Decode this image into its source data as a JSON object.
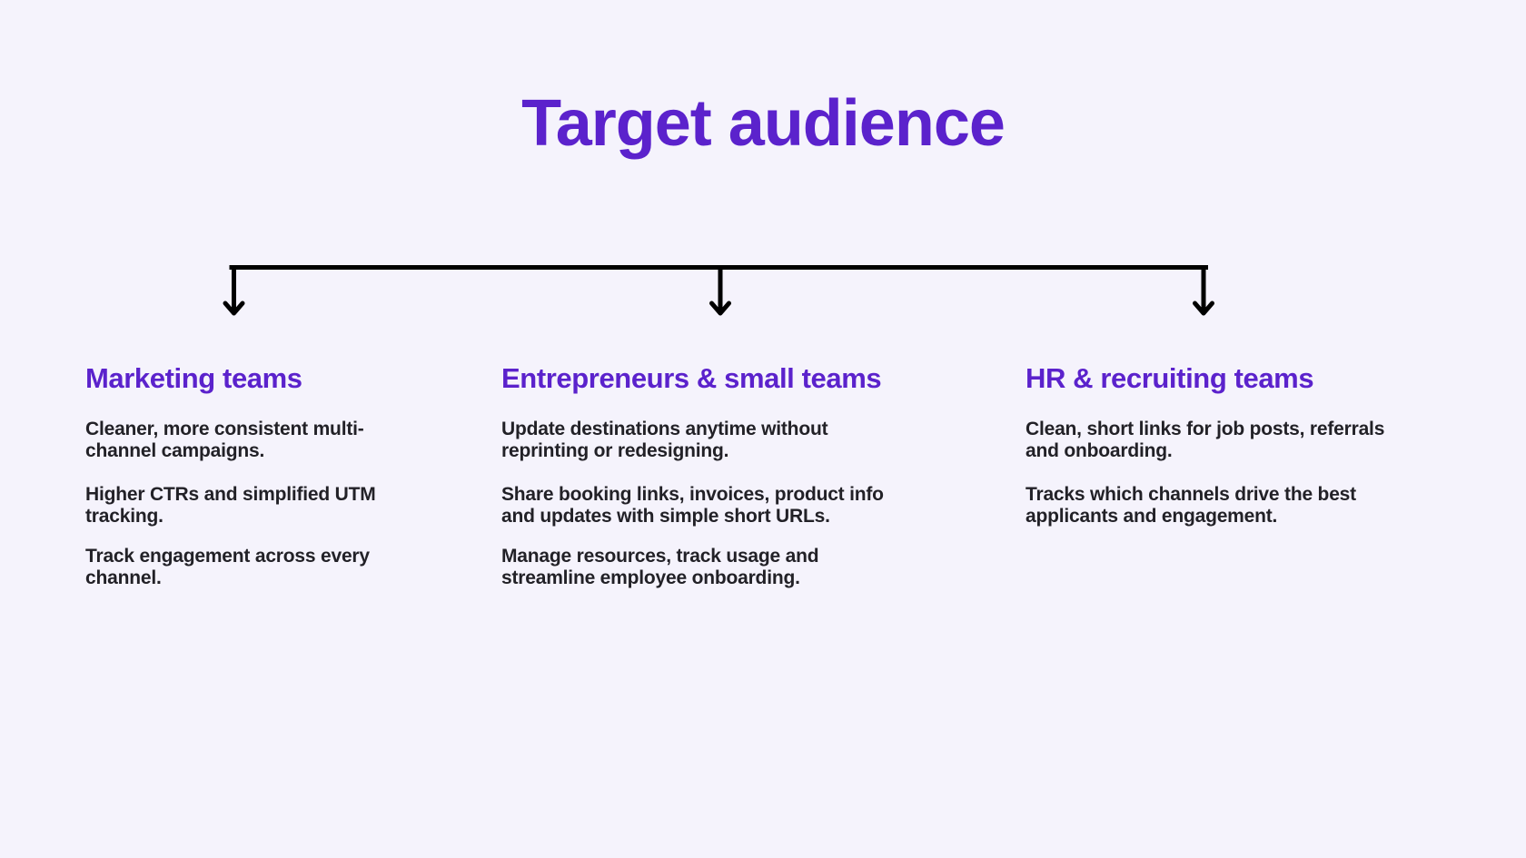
{
  "slide": {
    "title": "Target audience",
    "colors": {
      "background": "#F5F3FC",
      "accent": "#5B22CC",
      "text": "#222127",
      "connector": "#000000"
    }
  },
  "diagram": {
    "type": "tree-branch",
    "connector_icons": [
      "arrow-down-icon",
      "arrow-down-icon",
      "arrow-down-icon"
    ]
  },
  "columns": [
    {
      "heading": "Marketing teams",
      "points": [
        {
          "lines": [
            "Cleaner, more consistent multi-",
            "channel campaigns."
          ]
        },
        {
          "lines": [
            "Higher CTRs and simplified UTM",
            "tracking."
          ]
        },
        {
          "lines": [
            "Track engagement across every",
            "channel."
          ]
        }
      ]
    },
    {
      "heading": "Entrepreneurs & small teams",
      "points": [
        {
          "lines": [
            "Update destinations anytime without",
            "reprinting or redesigning."
          ]
        },
        {
          "lines": [
            "Share booking links, invoices, product info",
            "and updates with simple short URLs."
          ]
        },
        {
          "lines": [
            "Manage resources, track usage and",
            "streamline employee onboarding."
          ]
        }
      ]
    },
    {
      "heading": "HR & recruiting teams",
      "points": [
        {
          "lines": [
            "Clean, short links for job posts, referrals",
            "and onboarding."
          ]
        },
        {
          "lines": [
            "Tracks which channels drive the best",
            "applicants and engagement."
          ]
        }
      ]
    }
  ]
}
